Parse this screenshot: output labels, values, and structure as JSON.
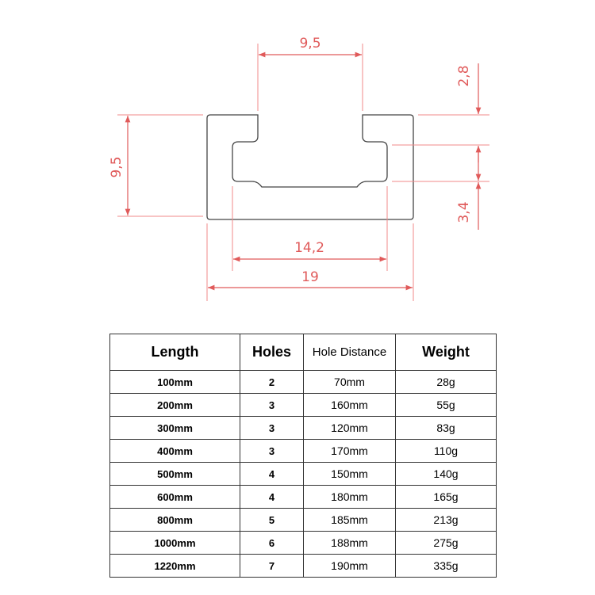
{
  "diagram": {
    "dimensions": {
      "top_slot_width": "9,5",
      "lip_thickness": "2,8",
      "height": "9,5",
      "bottom_thickness": "3,4",
      "inner_width": "14,2",
      "total_width": "19"
    },
    "colors": {
      "dimension": "#e05a5a",
      "profile": "#444444",
      "table_border": "#333333"
    }
  },
  "table": {
    "headers": [
      "Length",
      "Holes",
      "Hole Distance",
      "Weight"
    ],
    "rows": [
      [
        "100mm",
        "2",
        "70mm",
        "28g"
      ],
      [
        "200mm",
        "3",
        "160mm",
        "55g"
      ],
      [
        "300mm",
        "3",
        "120mm",
        "83g"
      ],
      [
        "400mm",
        "3",
        "170mm",
        "110g"
      ],
      [
        "500mm",
        "4",
        "150mm",
        "140g"
      ],
      [
        "600mm",
        "4",
        "180mm",
        "165g"
      ],
      [
        "800mm",
        "5",
        "185mm",
        "213g"
      ],
      [
        "1000mm",
        "6",
        "188mm",
        "275g"
      ],
      [
        "1220mm",
        "7",
        "190mm",
        "335g"
      ]
    ]
  }
}
